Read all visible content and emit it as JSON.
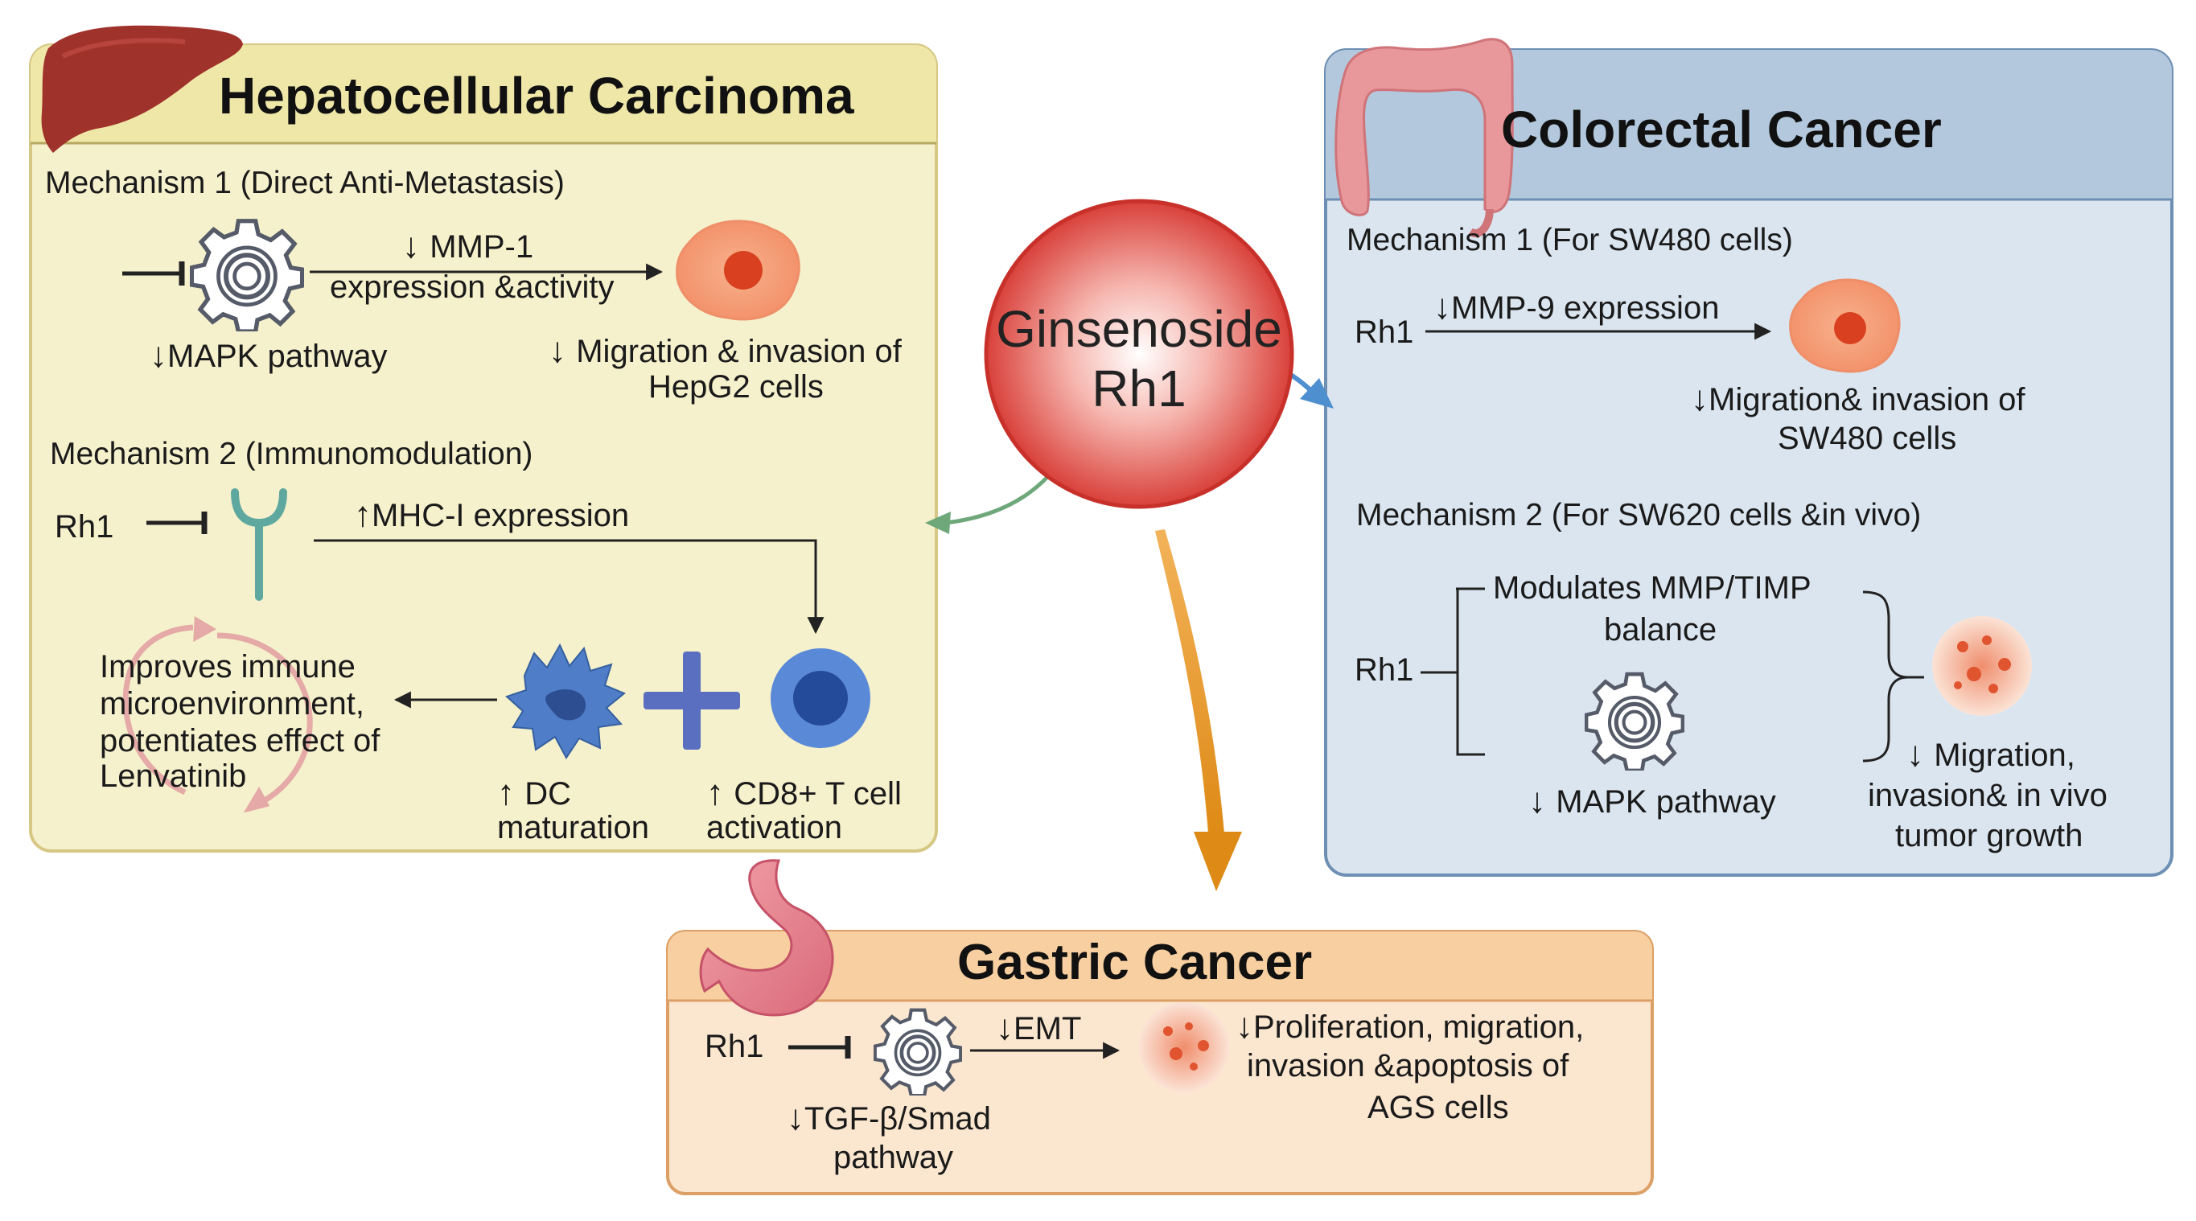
{
  "center": {
    "line1": "Ginsenoside",
    "line2": "Rh1"
  },
  "hcc": {
    "title": "Hepatocellular Carcinoma",
    "mech1_title": "Mechanism 1 (Direct Anti-Metastasis)",
    "mmp1_label": "MMP-1",
    "expression_activity": "expression &activity",
    "mapk": "MAPK pathway",
    "migration_l1": "Migration & invasion of",
    "migration_l2": "HepG2 cells",
    "mech2_title": "Mechanism 2 (Immunomodulation)",
    "rh1": "Rh1",
    "mhc": "MHC-I expression",
    "improves_l1": "Improves immune",
    "improves_l2": "microenvironment,",
    "improves_l3": "potentiates effect of",
    "improves_l4": "Lenvatinib",
    "dc_l1": "DC",
    "dc_l2": "maturation",
    "cd8_l1": "CD8+ T cell",
    "cd8_l2": "activation"
  },
  "crc": {
    "title": "Colorectal Cancer",
    "mech1_title": "Mechanism 1 (For SW480 cells)",
    "rh1_a": "Rh1",
    "mmp9": "MMP-9 expression",
    "migration_l1": "Migration& invasion of",
    "migration_l2": "SW480 cells",
    "mech2_title": "Mechanism 2 (For SW620 cells &in vivo)",
    "rh1_b": "Rh1",
    "modulates_l1": "Modulates MMP/TIMP",
    "modulates_l2": "balance",
    "mapk": "MAPK pathway",
    "outcome_l1": "Migration,",
    "outcome_l2": "invasion& in vivo",
    "outcome_l3": "tumor growth"
  },
  "gc": {
    "title": "Gastric Cancer",
    "rh1": "Rh1",
    "emt": "EMT",
    "tgf_l1": "TGF-β/Smad",
    "tgf_l2": "pathway",
    "outcome_l1": "Proliferation, migration,",
    "outcome_l2": "invasion &apoptosis of",
    "outcome_l3": "AGS cells"
  },
  "colors": {
    "hcc_bg": "#f5f1cc",
    "hcc_header": "#efe7a8",
    "hcc_border": "#d6c784",
    "crc_bg": "#dbe5ef",
    "crc_header": "#b3c8dc",
    "crc_border": "#6c8fb3",
    "gc_bg": "#fbe6cf",
    "gc_header": "#f7cfa0",
    "gc_border": "#dca066",
    "arrow_green": "#6ea77a",
    "arrow_blue": "#4e8fd0",
    "arrow_orange": "#e09a2a",
    "receptor_teal": "#5fa8a0",
    "cell_dark_blue": "#2f5aa3"
  },
  "icons": [
    "liver-icon",
    "colon-icon",
    "stomach-icon",
    "gear-icon",
    "tumor-cell-icon",
    "receptor-icon",
    "dendritic-cell-icon",
    "t-cell-icon",
    "plus-icon",
    "cycle-arrows-icon"
  ]
}
